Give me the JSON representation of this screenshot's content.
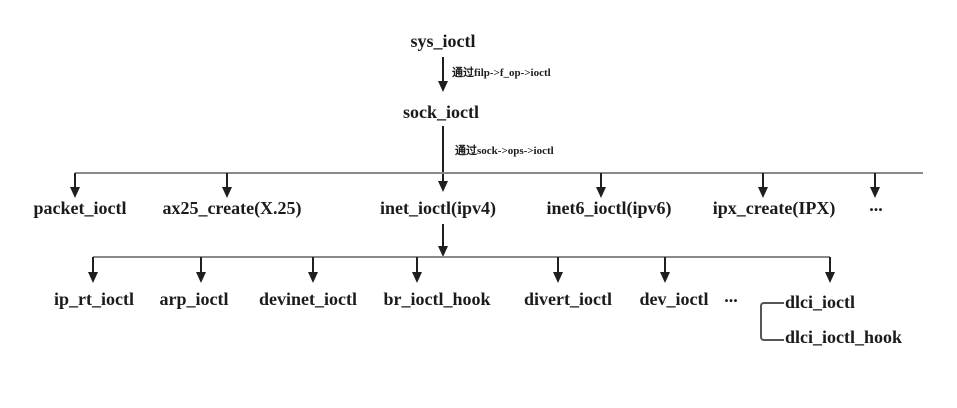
{
  "diagram": {
    "description": "ioctl call hierarchy tree",
    "colors": {
      "background": "#ffffff",
      "ink": "#1b1b1b",
      "connector_gray": "#8a8a8a"
    },
    "root": "sys_ioctl",
    "level2": "sock_ioctl",
    "edges": {
      "sys_to_sock": "通过filp->f_op->ioctl",
      "sock_to_branches": "通过sock->ops->ioctl"
    },
    "level3": {
      "0": "packet_ioctl",
      "1": "ax25_create(X.25)",
      "2": "inet_ioctl(ipv4)",
      "3": "inet6_ioctl(ipv6)",
      "4": "ipx_create(IPX)",
      "5": "..."
    },
    "level4": {
      "0": "ip_rt_ioctl",
      "1": "arp_ioctl",
      "2": "devinet_ioctl",
      "3": "br_ioctl_hook",
      "4": "divert_ioctl",
      "5": "dev_ioctl",
      "6": "..."
    },
    "dlci_group": {
      "0": "dlci_ioctl",
      "1": "dlci_ioctl_hook"
    }
  }
}
